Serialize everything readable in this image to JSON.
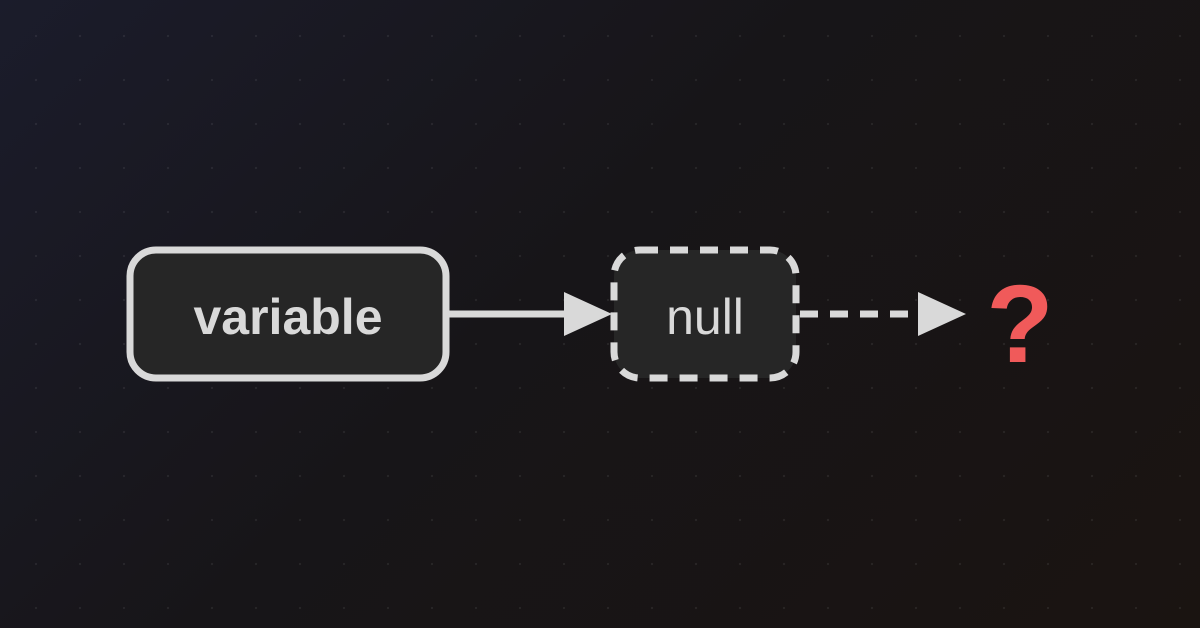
{
  "nodes": {
    "variable": {
      "label": "variable"
    },
    "null": {
      "label": "null"
    },
    "unknown": {
      "label": "?"
    }
  },
  "colors": {
    "background_start": "#1b1c2b",
    "background_end": "#1a1411",
    "node_fill": "#262626",
    "stroke": "#d9d9d9",
    "text": "#d9d9d9",
    "accent": "#f05a5a"
  },
  "edges": [
    {
      "from": "variable",
      "to": "null",
      "style": "solid"
    },
    {
      "from": "null",
      "to": "unknown",
      "style": "dashed"
    }
  ]
}
